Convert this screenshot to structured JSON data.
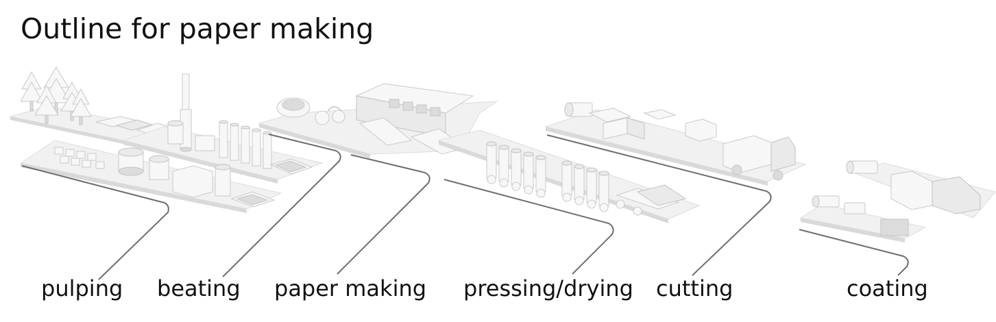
{
  "title": "Outline for paper making",
  "stages": [
    {
      "label": "pulping"
    },
    {
      "label": "beating"
    },
    {
      "label": "paper making"
    },
    {
      "label": "pressing/drying"
    },
    {
      "label": "cutting"
    },
    {
      "label": "coating"
    }
  ]
}
